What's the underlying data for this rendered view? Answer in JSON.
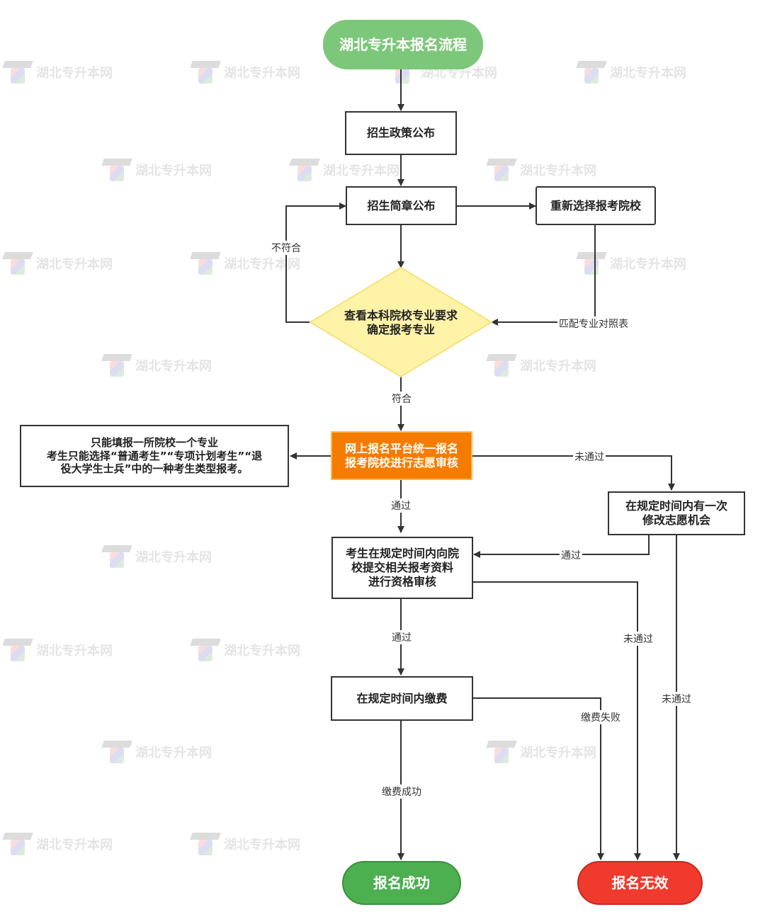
{
  "watermark": "湖北专升本网",
  "nodes": {
    "title": "湖北专升本报名流程",
    "policy": "招生政策公布",
    "brochure": "招生简章公布",
    "reselect": "重新选择报考院校",
    "check_line1": "查看本科院校专业要求",
    "check_line2": "确定报考专业",
    "online_line1": "网上报名平台统一报名",
    "online_line2": "报考院校进行志愿审核",
    "note_line1": "只能填报一所院校一个专业",
    "note_line2": "考生只能选择“普通考生”“专项计划考生”“退",
    "note_line3": "役大学生士兵”中的一种考生类型报考。",
    "modify_line1": "在规定时间内有一次",
    "modify_line2": "修改志愿机会",
    "submit_line1": "考生在规定时间内向院",
    "submit_line2": "校提交相关报考资料",
    "submit_line3": "进行资格审核",
    "pay": "在规定时间内缴费",
    "success": "报名成功",
    "invalid": "报名无效"
  },
  "edge_labels": {
    "not_match": "不符合",
    "match_table": "匹配专业对照表",
    "match": "符合",
    "fail_online": "未通过",
    "pass_online": "通过",
    "pass_modify": "通过",
    "fail_submit": "未通过",
    "pass_submit": "通过",
    "fail_modify": "未通过",
    "pay_fail": "缴费失败",
    "pay_success": "缴费成功"
  },
  "colors": {
    "title_fill": "#7dc77a",
    "decision_fill": "#fff3a8",
    "decision_border": "#f5e27a",
    "online_fill": "#f57c00",
    "online_border": "#ffb74d",
    "success_fill": "#4caf50",
    "invalid_fill": "#f03a2e",
    "line": "#333333"
  }
}
